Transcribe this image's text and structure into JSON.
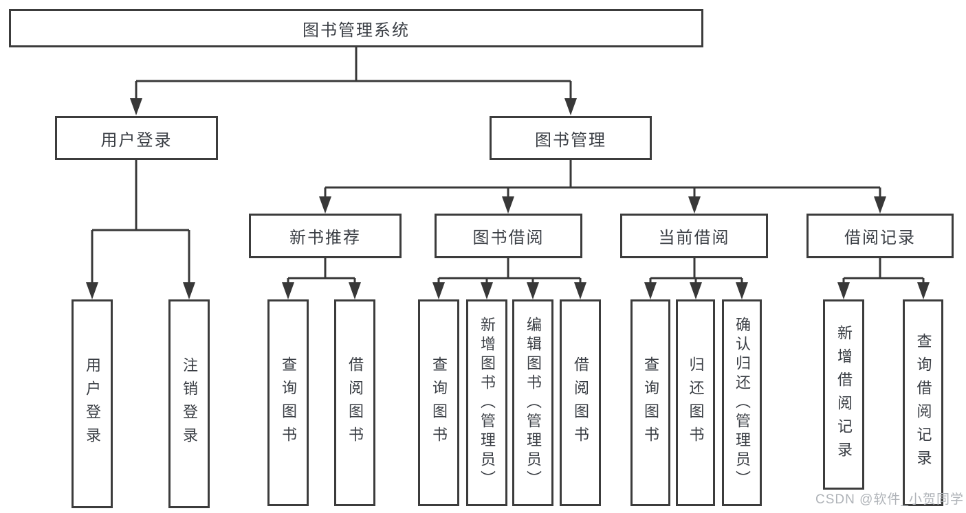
{
  "diagram": {
    "root": "图书管理系统",
    "level2": [
      "用户登录",
      "图书管理"
    ],
    "level3": [
      "新书推荐",
      "图书借阅",
      "当前借阅",
      "借阅记录"
    ],
    "leaves": [
      "用户登录",
      "注销登录",
      "查询图书",
      "借阅图书",
      "查询图书",
      "新增图书（管理员）",
      "编辑图书（管理员）",
      "借阅图书",
      "查询图书",
      "归还图书",
      "确认归还（管理员）",
      "新增借阅记录",
      "查询借阅记录"
    ]
  },
  "watermark": "CSDN @软件_小贺同学",
  "colors": {
    "line": "#383838",
    "box_border": "#3c3c3c",
    "text": "#3a3e44",
    "watermark": "#afb3b8",
    "background": "#ffffff"
  }
}
